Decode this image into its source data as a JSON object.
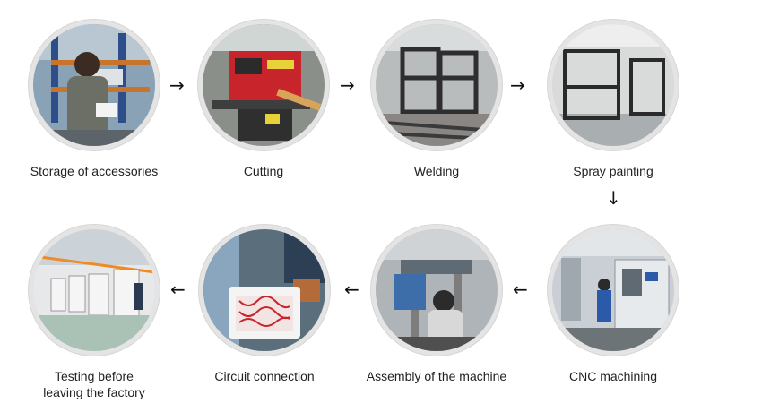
{
  "steps": [
    {
      "label": "Storage of accessories",
      "icon": "storage-photo-icon"
    },
    {
      "label": "Cutting",
      "icon": "cutting-photo-icon"
    },
    {
      "label": "Welding",
      "icon": "welding-photo-icon"
    },
    {
      "label": "Spray painting",
      "icon": "spray-painting-photo-icon"
    },
    {
      "label": "CNC machining",
      "icon": "cnc-photo-icon"
    },
    {
      "label": "Assembly of the machine",
      "icon": "assembly-photo-icon"
    },
    {
      "label": "Circuit connection",
      "icon": "circuit-photo-icon"
    },
    {
      "label_line1": "Testing before",
      "label_line2": "leaving the factory",
      "icon": "testing-photo-icon"
    }
  ],
  "arrows": {
    "right": "→",
    "down": "↓",
    "left": "←"
  },
  "colors": {
    "ring": "#e4e4e4",
    "accent_red": "#c8242b",
    "accent_blue": "#2a5aa8"
  }
}
